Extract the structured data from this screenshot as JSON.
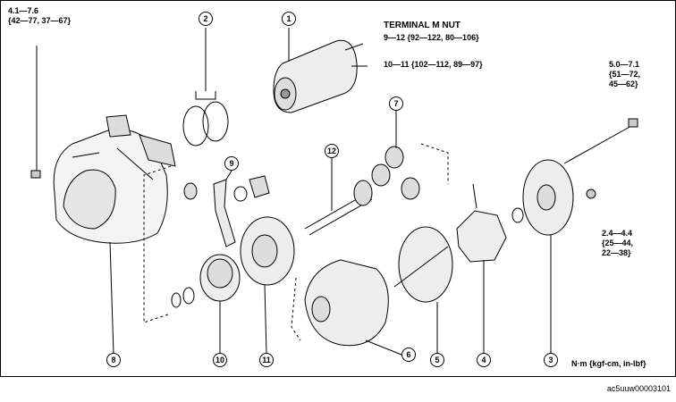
{
  "diagram": {
    "callouts": [
      "1",
      "2",
      "3",
      "4",
      "5",
      "6",
      "7",
      "8",
      "9",
      "10",
      "11",
      "12"
    ],
    "torque_labels": {
      "top_left": [
        "4.1—7.6",
        "{42—77, 37—67}"
      ],
      "terminal_title": "TERMINAL M NUT",
      "terminal_m": "9—12 {92—122, 80—106}",
      "terminal_b": "10—11 {102—112, 89—97}",
      "through_bolt": [
        "5.0—7.1",
        "{51—72,",
        "45—62}"
      ],
      "brush_screw": [
        "2.4—4.4",
        "{25—44,",
        "22—38}"
      ]
    },
    "units_note": "N·m {kgf-cm, in-lbf}",
    "figure_code": "ac5uuw00003101"
  }
}
